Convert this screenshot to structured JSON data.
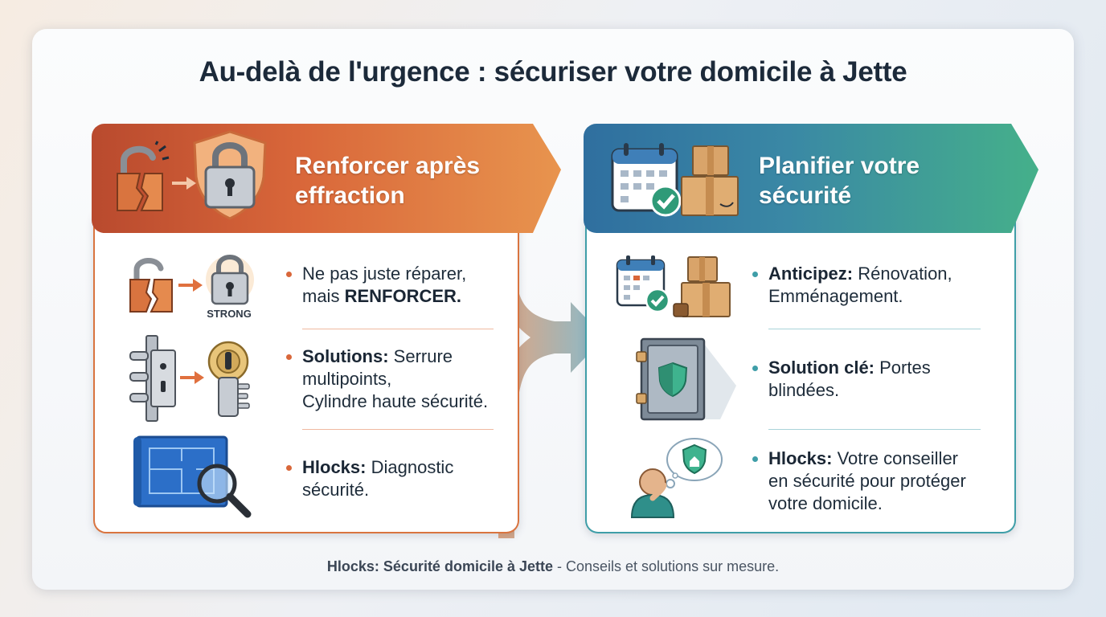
{
  "title": "Au-delà de l'urgence : sécuriser votre domicile à Jette",
  "colors": {
    "left_accent": "#d9673a",
    "right_accent": "#3f9ea8",
    "flow_arrow": "#7fa6b8"
  },
  "left": {
    "heading_line1": "Renforcer après",
    "heading_line2": "effraction",
    "header_icons": [
      "broken-padlock-icon",
      "arrow-right-icon",
      "shield-padlock-icon"
    ],
    "items": [
      {
        "icons": [
          "broken-padlock-icon",
          "arrow-right-icon",
          "strong-padlock-icon"
        ],
        "icon_label": "STRONG",
        "line1": "Ne pas juste réparer,",
        "line2_prefix": "mais ",
        "line2_bold": "RENFORCER."
      },
      {
        "icons": [
          "multipoint-lock-icon",
          "arrow-right-icon",
          "security-cylinder-key-icon"
        ],
        "bold": "Solutions:",
        "line1_rest": " Serrure",
        "line2": "multipoints,",
        "line3": "Cylindre haute sécurité."
      },
      {
        "icons": [
          "blueprint-magnifier-icon"
        ],
        "bold": "Hlocks:",
        "line1_rest": " Diagnostic",
        "line2": "sécurité."
      }
    ]
  },
  "right": {
    "heading_line1": "Planifier votre",
    "heading_line2": "sécurité",
    "header_icons": [
      "calendar-check-icon",
      "moving-boxes-icon"
    ],
    "items": [
      {
        "icons": [
          "calendar-check-icon",
          "moving-boxes-icon"
        ],
        "bold": "Anticipez:",
        "line1_rest": " Rénovation,",
        "line2": "Emménagement."
      },
      {
        "icons": [
          "armored-door-icon"
        ],
        "bold": "Solution clé:",
        "line1_rest": " Portes",
        "line2": "blindées."
      },
      {
        "icons": [
          "advisor-thinking-shield-icon"
        ],
        "bold": "Hlocks:",
        "line1_rest": " Votre conseiller",
        "line2": "en sécurité pour protéger",
        "line3": "votre domicile."
      }
    ]
  },
  "footer": {
    "bold": "Hlocks: Sécurité domicile à Jette",
    "rest": " - Conseils et solutions sur mesure."
  }
}
